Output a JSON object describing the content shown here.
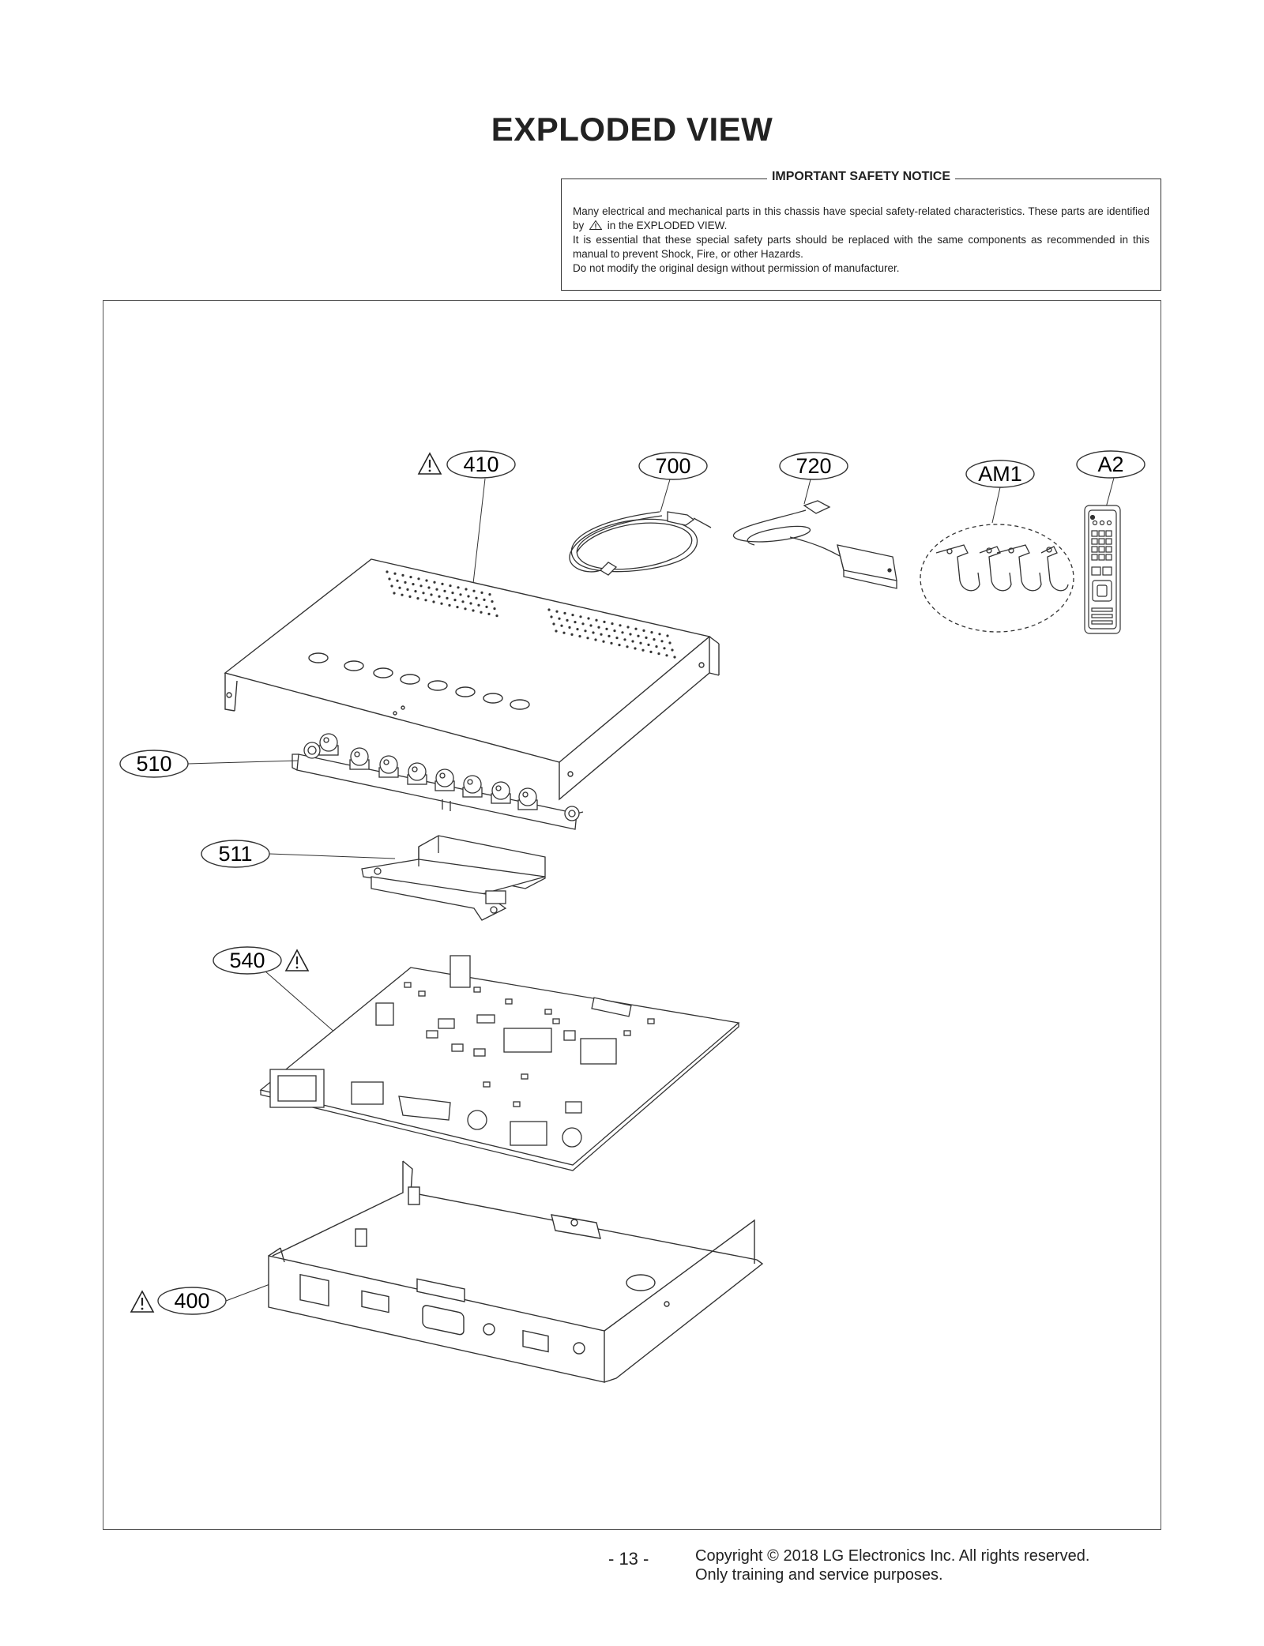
{
  "title": "EXPLODED VIEW",
  "notice": {
    "heading": "IMPORTANT SAFETY NOTICE",
    "line1_pre": "Many electrical and mechanical parts in this chassis have special safety-related characteristics. These parts are identified by",
    "line1_post": "in the EXPLODED VIEW.",
    "line2": "It is essential that these special safety parts should be replaced with the same components as recommended in this manual to prevent Shock, Fire, or other Hazards.",
    "line3": "Do not modify the original design without permission of manufacturer."
  },
  "callouts": {
    "p410": "410",
    "p700": "700",
    "p720": "720",
    "pAM1": "AM1",
    "pA2": "A2",
    "p510": "510",
    "p511": "511",
    "p540": "540",
    "p400": "400"
  },
  "footer": {
    "page": "- 13 -",
    "copyright": "Copyright © 2018 LG Electronics Inc. All rights reserved.",
    "purpose": "Only training and service purposes."
  }
}
